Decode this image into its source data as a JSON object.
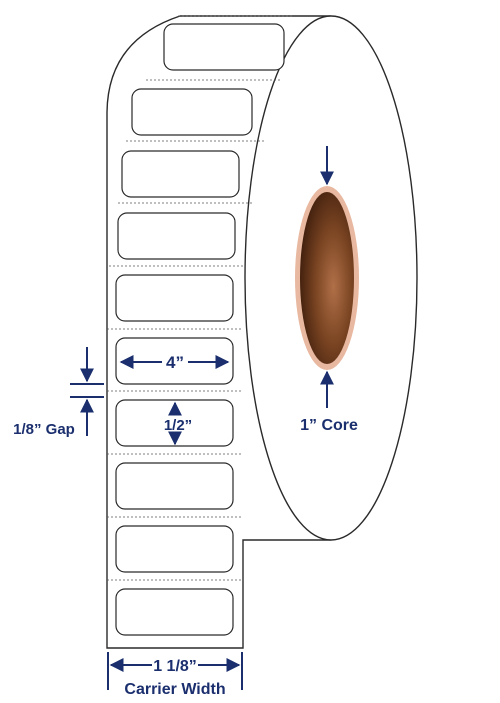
{
  "diagram": {
    "labels": {
      "label_width": "4”",
      "label_height": "1/2”",
      "gap": "1/8” Gap",
      "core": "1” Core",
      "carrier_width_value": "1 1/8”",
      "carrier_width_caption": "Carrier Width"
    },
    "colors": {
      "annotation": "#1b2f6e",
      "outline": "#2a2a2a",
      "core_ring": "#e8b8a0",
      "core_dark": "#3a1c0c",
      "core_mid": "#8a5230"
    }
  }
}
